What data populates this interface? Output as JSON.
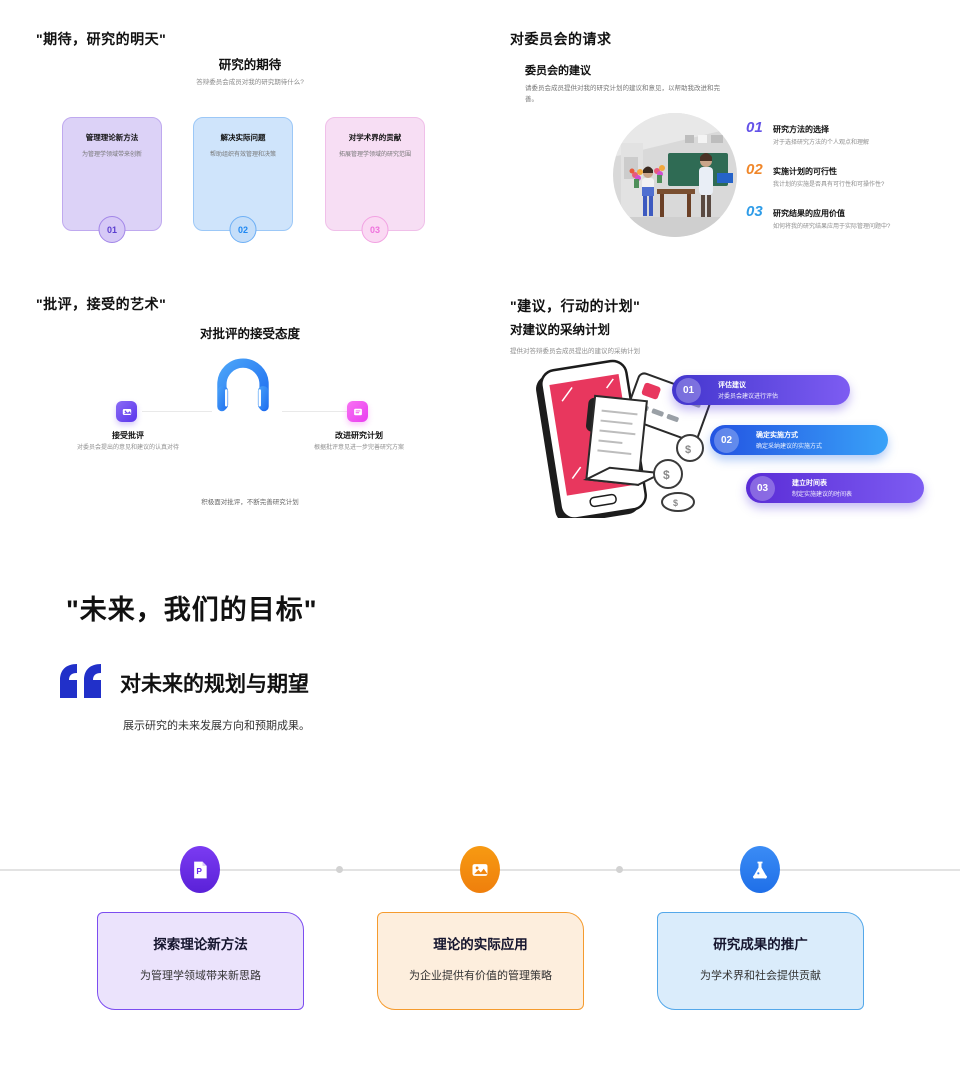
{
  "slide_expectation": {
    "header": "\"期待，研究的明天\"",
    "title": "研究的期待",
    "subtitle": "答辩委员会成员对我的研究期待什么?",
    "cards": [
      {
        "num": "01",
        "title": "管理理论新方法",
        "desc": "为管理学领域带来创新"
      },
      {
        "num": "02",
        "title": "解决实际问题",
        "desc": "帮助组织有效管理和决策"
      },
      {
        "num": "03",
        "title": "对学术界的贡献",
        "desc": "拓展管理学领域的研究范围"
      }
    ]
  },
  "slide_request": {
    "header": "对委员会的请求",
    "title": "委员会的建议",
    "body": "请委员会成员提供对我的研究计划的建议和意见，以帮助我改进和完善。",
    "items": [
      {
        "num": "01",
        "title": "研究方法的选择",
        "desc": "对于选择研究方法的个人观点和理解"
      },
      {
        "num": "02",
        "title": "实施计划的可行性",
        "desc": "我计划的实施是否具有可行性和可操作性?"
      },
      {
        "num": "03",
        "title": "研究结果的应用价值",
        "desc": "如何将我的研究结果应用于实际管理问题中?"
      }
    ]
  },
  "slide_criticism": {
    "header": "\"批评，接受的艺术\"",
    "title": "对批评的接受态度",
    "left": {
      "title": "接受批评",
      "desc": "对委员会提出的意见和建议的认真对待"
    },
    "right": {
      "title": "改进研究计划",
      "desc": "根据批评意见进一步完善研究方案"
    },
    "footer": "积极面对批评，不断完善研究计划"
  },
  "slide_adoption": {
    "header": "\"建议，行动的计划\"",
    "title": "对建议的采纳计划",
    "body": "提供对答辩委员会成员提出的建议的采纳计划",
    "steps": [
      {
        "num": "01",
        "title": "评估建议",
        "desc": "对委员会建议进行评估"
      },
      {
        "num": "02",
        "title": "确定实施方式",
        "desc": "确定采纳建议的实施方式"
      },
      {
        "num": "03",
        "title": "建立时间表",
        "desc": "制定实施建议的时间表"
      }
    ]
  },
  "slide_future": {
    "header": "\"未来，我们的目标\"",
    "quote_title": "对未来的规划与期望",
    "quote_body": "展示研究的未来发展方向和预期成果。",
    "milestones": [
      {
        "icon": "document-icon",
        "title": "探索理论新方法",
        "desc": "为管理学领域带来新思路"
      },
      {
        "icon": "image-icon",
        "title": "理论的实际应用",
        "desc": "为企业提供有价值的管理策略"
      },
      {
        "icon": "flask-icon",
        "title": "研究成果的推广",
        "desc": "为学术界和社会提供贡献"
      }
    ]
  },
  "accent_colors": {
    "purple": "#6d4fe0",
    "blue": "#2e9cf0",
    "orange": "#f0872a",
    "pink": "#f06ad8",
    "quote_blue": "#2130c9",
    "crimson": "#e8375e"
  }
}
